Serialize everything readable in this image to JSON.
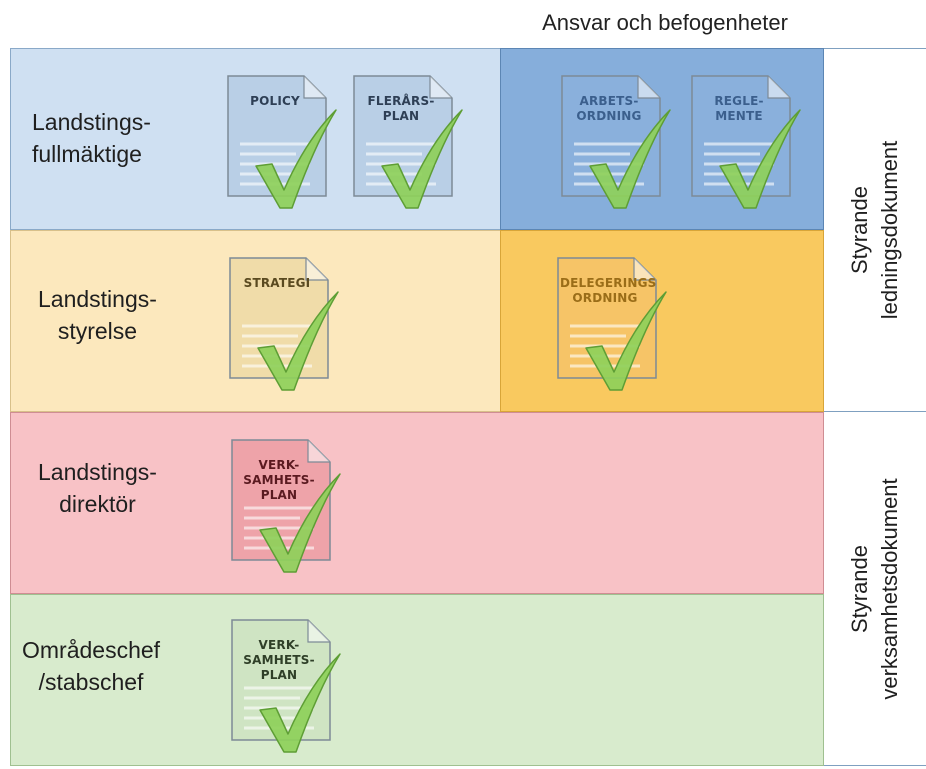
{
  "header": {
    "label": "Ansvar och befogenheter"
  },
  "rows": [
    {
      "label": "Landstings-\nfullmäktige"
    },
    {
      "label": "Landstings-\nstyrelse"
    },
    {
      "label": "Landstings-\ndirektör"
    },
    {
      "label": "Områdeschef\n/stabschef"
    }
  ],
  "side": {
    "top": "Styrande\nledningsdokument",
    "bottom": "Styrande\nverksamhetsdokument"
  },
  "documents": [
    {
      "label": "POLICY",
      "icon": "document-check-icon",
      "color": "#b9cfe6",
      "text_color": "#2e3f55"
    },
    {
      "label": "FLERÅRS-\nPLAN",
      "icon": "document-check-icon",
      "color": "#b9cfe6",
      "text_color": "#2e3f55"
    },
    {
      "label": "ARBETS-\nORDNING",
      "icon": "document-check-icon",
      "color": "#8ab0dc",
      "text_color": "#3b5f8d"
    },
    {
      "label": "REGLE-\nMENTE",
      "icon": "document-check-icon",
      "color": "#8ab0dc",
      "text_color": "#3b5f8d"
    },
    {
      "label": "STRATEGI",
      "icon": "document-check-icon",
      "color": "#f0dca9",
      "text_color": "#5a4a20"
    },
    {
      "label": "DELEGERINGS\nORDNING",
      "icon": "document-check-icon",
      "color": "#f6c467",
      "text_color": "#9a6d18"
    },
    {
      "label": "VERK-\nSAMHETS-\nPLAN",
      "icon": "document-check-icon",
      "color": "#eea3a9",
      "text_color": "#5a1a20"
    },
    {
      "label": "VERK-\nSAMHETS-\nPLAN",
      "icon": "document-check-icon",
      "color": "#cfe4c3",
      "text_color": "#2f3f28"
    }
  ],
  "colors": {
    "check": "#8ed05a",
    "check_outline": "#5e9e35"
  }
}
